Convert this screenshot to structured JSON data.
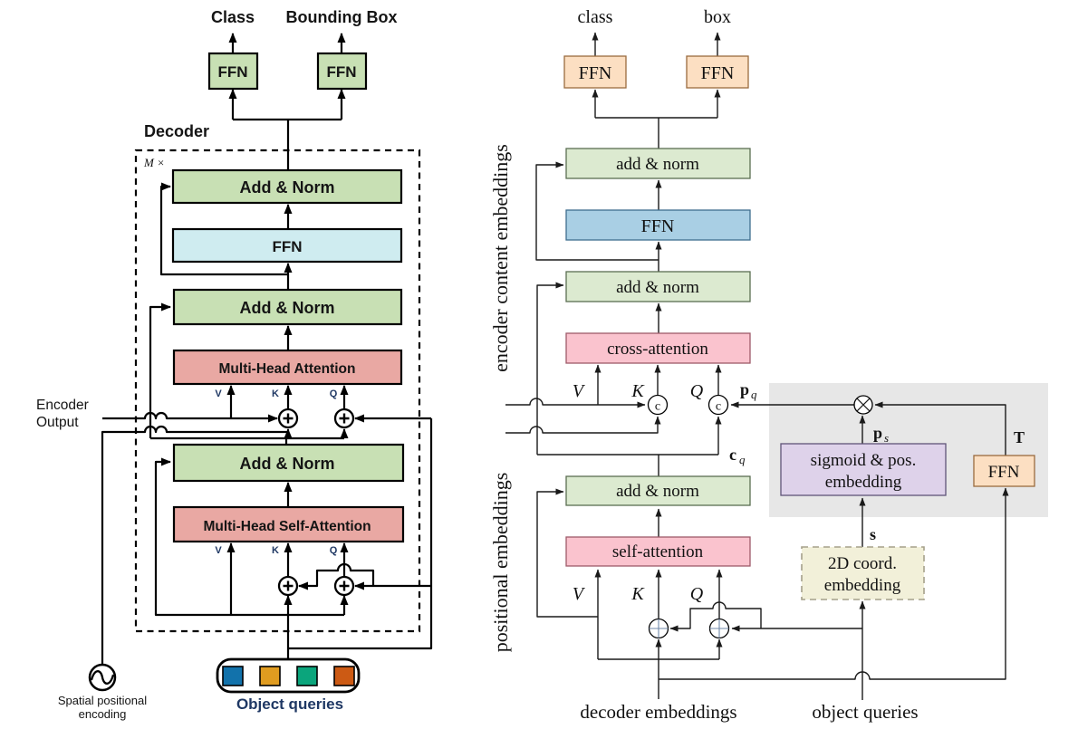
{
  "figure": {
    "left": {
      "class_label": "Class",
      "bounding_box_label": "Bounding Box",
      "ffn": "FFN",
      "decoder_label": "Decoder",
      "repeat_label": "M ×",
      "add_norm": "Add & Norm",
      "multi_head_attention": "Multi-Head Attention",
      "multi_head_self_attention": "Multi-Head Self-Attention",
      "v": "V",
      "k": "K",
      "q": "Q",
      "encoder_output_line1": "Encoder",
      "encoder_output_line2": "Output",
      "spatial_encoding_line1": "Spatial positional",
      "spatial_encoding_line2": "encoding",
      "object_queries_label": "Object queries",
      "query_colors": [
        "#1272ab",
        "#e09c20",
        "#0ba57c",
        "#cc5a14"
      ]
    },
    "right": {
      "class_label": "class",
      "box_label": "box",
      "ffn": "FFN",
      "add_norm": "add & norm",
      "cross_attention": "cross-attention",
      "self_attention": "self-attention",
      "sigmoid_line1": "sigmoid & pos.",
      "sigmoid_line2": "embedding",
      "coord_line1": "2D coord.",
      "coord_line2": "embedding",
      "v": "V",
      "k": "K",
      "q": "Q",
      "concat": "c",
      "pq_base": "p",
      "pq_sub": "q",
      "ps_base": "p",
      "ps_sub": "s",
      "cq_base": "c",
      "cq_sub": "q",
      "s_label": "s",
      "t_label": "T",
      "side_label_upper": "encoder content embeddings",
      "side_label_lower": "positional embeddings",
      "decoder_embeddings_label": "decoder embeddings",
      "object_queries_label": "object queries"
    },
    "palette": {
      "left_green": "#c8e0b4",
      "left_cyan": "#cfecf0",
      "left_pink": "#e9a8a3",
      "right_peach": "#fcdfc2",
      "right_green": "#dcead0",
      "right_blue": "#a9cfe4",
      "right_pink": "#fac3ce",
      "right_purple": "#ded2ea",
      "right_yellow": "#f2f0d9",
      "gray_region": "#e7e7e7",
      "navy_text": "#1f3864"
    }
  }
}
